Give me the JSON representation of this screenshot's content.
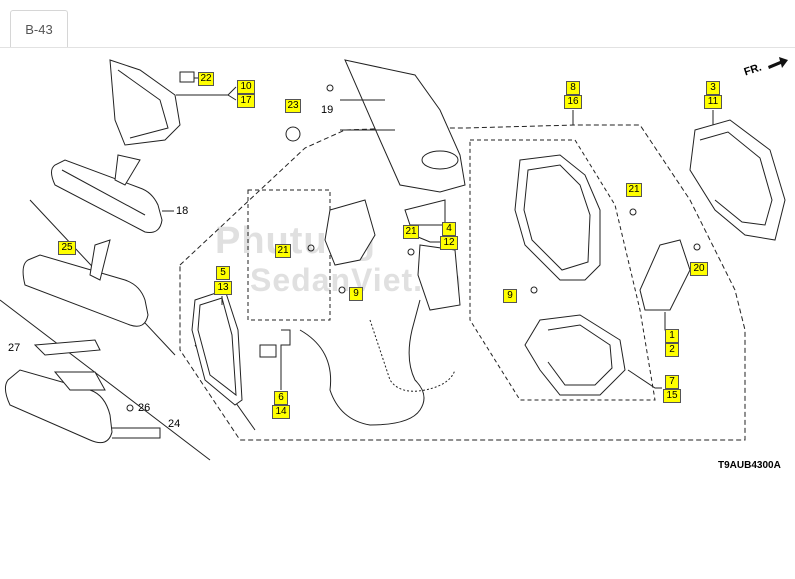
{
  "tab": {
    "label": "B-43"
  },
  "diagram_code": "T9AUB4300A",
  "direction": "FR.",
  "watermarks": {
    "top": "Phutung",
    "bottom": "SedanViet.vn"
  },
  "callouts": {
    "c22": "22",
    "c10": "10",
    "c17": "17",
    "c23": "23",
    "c8": "8",
    "c16": "16",
    "c3": "3",
    "c11": "11",
    "c21a": "21",
    "c21b": "21",
    "c21c": "21",
    "c4": "4",
    "c12": "12",
    "c25": "25",
    "c5": "5",
    "c13": "13",
    "c9a": "9",
    "c9b": "9",
    "c20": "20",
    "c1": "1",
    "c2": "2",
    "c6": "6",
    "c14": "14",
    "c7": "7",
    "c15": "15"
  },
  "plain_numbers": {
    "n19": "19",
    "n18": "18",
    "n27": "27",
    "n26": "26",
    "n24": "24"
  }
}
